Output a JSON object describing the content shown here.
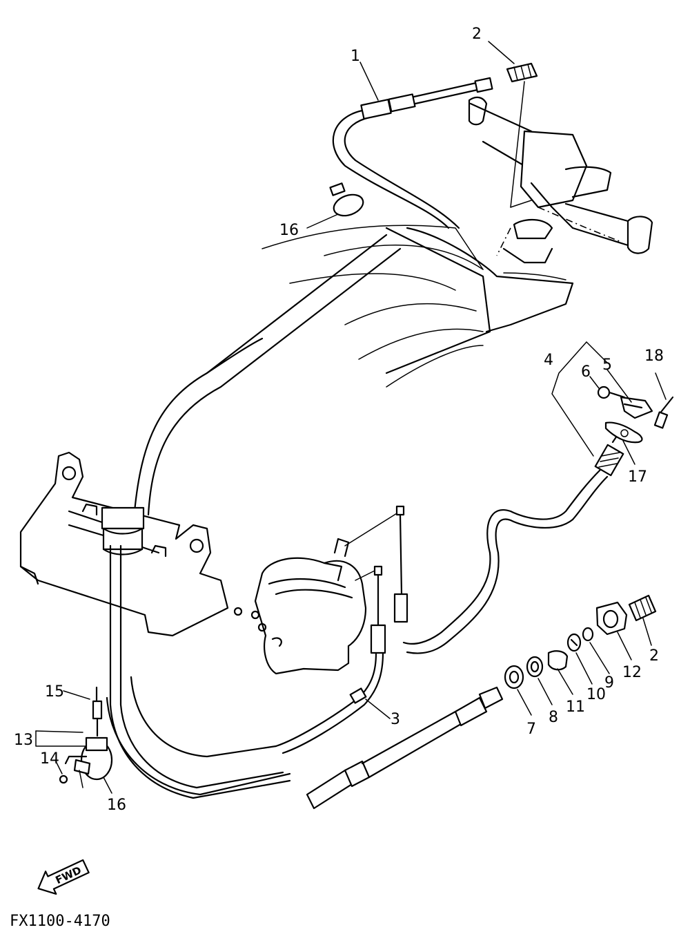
{
  "diagram": {
    "labels": [
      "1",
      "2",
      "16",
      "4",
      "6",
      "5",
      "18",
      "17",
      "2",
      "12",
      "9",
      "10",
      "11",
      "8",
      "7",
      "3",
      "15",
      "13",
      "14",
      "16"
    ],
    "fwd_badge": "FWD",
    "drawing_code": "FX1100-4170"
  }
}
